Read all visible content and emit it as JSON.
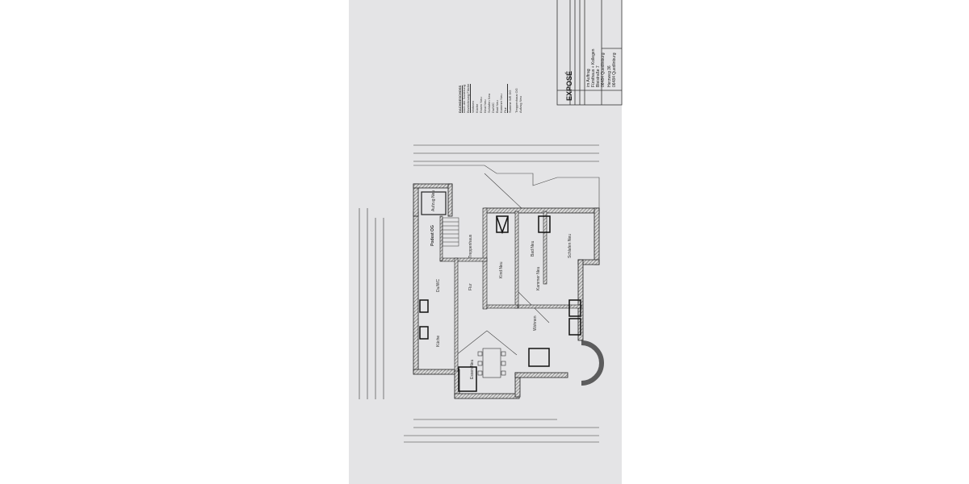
{
  "title_block": {
    "heading": "EXPOSÉ",
    "client_lines": [
      "im Auftrag",
      "Fürsthaus + Kollegen",
      "Bleistraße 7",
      "06484 Quedlinburg"
    ],
    "address_lines": [
      "Herzweg 36",
      "06484 Quedlinburg"
    ]
  },
  "area_table": {
    "title": "DACHGESCHOSS",
    "subtitle": "nach der Sanierung",
    "header": [
      "Bezeichnung",
      "Fläche"
    ],
    "rows": [
      "Wohnen",
      "Küche",
      "Essen Neu",
      "Kind Neu",
      "Schlafen Neu",
      "Du/WC",
      "Bad Neu",
      "Kammer Neu",
      "Flur",
      "Summe WE DG",
      "Treppenhaus OG",
      "Aufzug Neu"
    ]
  },
  "rooms": {
    "podest": "Podest OG",
    "treppenhaus": "Treppenhaus",
    "flur": "Flur",
    "kind": "Kind Neu",
    "bad": "Bad Neu",
    "schlafen": "Schlafen Neu",
    "kammer": "Kammer Neu",
    "wohnen": "Wohnen",
    "essen": "Essen Neu",
    "kueche": "Küche",
    "duwc": "Du/WC",
    "aufzug": "Aufzug Neu"
  },
  "colors": {
    "paper": "#e4e4e6",
    "ink": "#222222",
    "wall_hatch": "#555555"
  }
}
